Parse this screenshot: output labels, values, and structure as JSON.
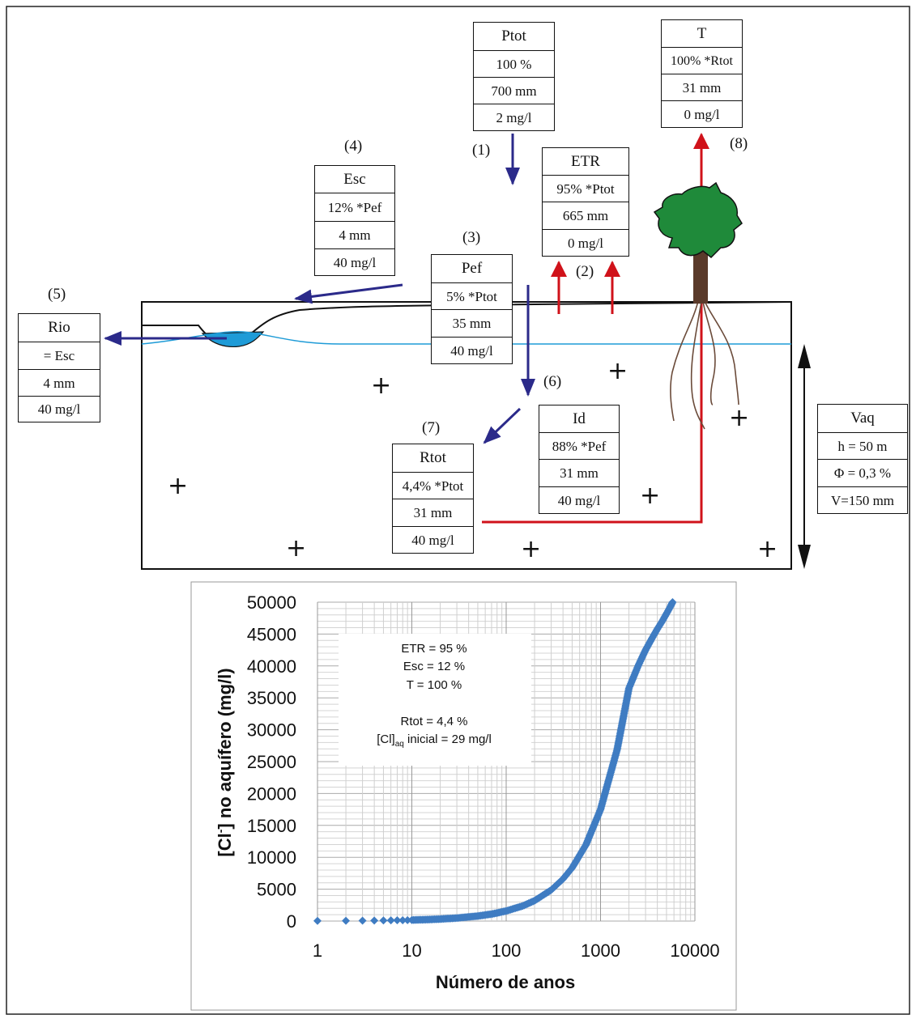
{
  "boxes": {
    "ptot": {
      "title": "Ptot",
      "r1": "100 %",
      "r2": "700 mm",
      "r3": "2 mg/l"
    },
    "t": {
      "title": "T",
      "r1": "100% *Rtot",
      "r2": "31 mm",
      "r3": "0 mg/l"
    },
    "etr": {
      "title": "ETR",
      "r1": "95% *Ptot",
      "r2": "665 mm",
      "r3": "0 mg/l"
    },
    "esc": {
      "title": "Esc",
      "r1": "12% *Pef",
      "r2": "4 mm",
      "r3": "40 mg/l"
    },
    "pef": {
      "title": "Pef",
      "r1": "5% *Ptot",
      "r2": "35 mm",
      "r3": "40 mg/l"
    },
    "rio": {
      "title": "Rio",
      "r1": "= Esc",
      "r2": "4 mm",
      "r3": "40 mg/l"
    },
    "id": {
      "title": "Id",
      "r1": "88% *Pef",
      "r2": "31 mm",
      "r3": "40 mg/l"
    },
    "rtot": {
      "title": "Rtot",
      "r1": "4,4% *Ptot",
      "r2": "31 mm",
      "r3": "40 mg/l"
    },
    "vaq": {
      "title": "Vaq",
      "r1": "h = 50 m",
      "r2": "Φ = 0,3 %",
      "r3": "V=150 mm"
    }
  },
  "markers": {
    "m1": "(1)",
    "m2": "(2)",
    "m3": "(3)",
    "m4": "(4)",
    "m5": "(5)",
    "m6": "(6)",
    "m7": "(7)",
    "m8": "(8)"
  },
  "plus_sign": "+",
  "colors": {
    "blue_arrow": "#2b2a8a",
    "red_arrow": "#d0121a",
    "water": "#1e9bd7",
    "tree": "#1f8a3a",
    "trunk": "#5a3a2a",
    "series": "#3f7cc2"
  },
  "chart_data": {
    "type": "scatter",
    "xlabel": "Número de anos",
    "ylabel_prefix": "[Cl",
    "ylabel_sup": "-",
    "ylabel_suffix": "] no aquífero (mg/l)",
    "x_scale": "log",
    "xlim": [
      1,
      10000
    ],
    "ylim": [
      0,
      50000
    ],
    "x_ticks": [
      "1",
      "10",
      "100",
      "1000",
      "10000"
    ],
    "y_ticks": [
      "0",
      "5000",
      "10000",
      "15000",
      "20000",
      "25000",
      "30000",
      "35000",
      "40000",
      "45000",
      "50000"
    ],
    "grid": true,
    "legend": "none",
    "annotation": {
      "l1": "ETR = 95 %",
      "l2": "Esc = 12 %",
      "l3": "T = 100 %",
      "l4": "Rtot = 4,4 %",
      "l5_pre": "[Cl]",
      "l5_sub": "aq",
      "l5_post": " inicial = 29 mg/l"
    },
    "series": [
      {
        "x": [
          1,
          2,
          3,
          4,
          5,
          6,
          7,
          8,
          9,
          10,
          15,
          20,
          30,
          50,
          70,
          100,
          150,
          200,
          300,
          400,
          500,
          700,
          1000,
          1500,
          2000,
          2500,
          3000,
          3500,
          4000,
          4500,
          5000,
          5500,
          5800
        ],
        "y": [
          29,
          44,
          59,
          74,
          89,
          104,
          119,
          134,
          149,
          164,
          240,
          318,
          475,
          790,
          1100,
          1580,
          2380,
          3200,
          4880,
          6600,
          8350,
          11950,
          17500,
          26900,
          36500,
          40000,
          42500,
          44300,
          45800,
          47000,
          48200,
          49300,
          50000
        ]
      }
    ]
  }
}
